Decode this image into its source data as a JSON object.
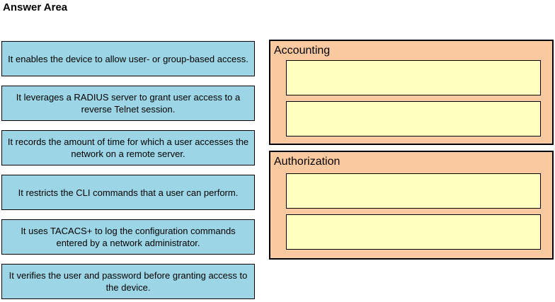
{
  "title": "Answer Area",
  "colors": {
    "option_bg": "#9CD6E6",
    "category_bg": "#FBC9A0",
    "slot_bg": "#FFFFC2",
    "border": "#000000"
  },
  "options": [
    {
      "label": "It enables the device to allow user- or group-based access."
    },
    {
      "label": "It leverages a RADIUS server to grant user access to a reverse Telnet session."
    },
    {
      "label": "It records the amount of time for which a user accesses the network on a remote server."
    },
    {
      "label": "It restricts the CLI commands that a user can perform."
    },
    {
      "label": "It uses TACACS+ to log the configuration commands entered by a network administrator."
    },
    {
      "label": "It verifies the user and password before granting access to the device."
    }
  ],
  "categories": [
    {
      "label": "Accounting",
      "slots": [
        "",
        ""
      ]
    },
    {
      "label": "Authorization",
      "slots": [
        "",
        ""
      ]
    }
  ]
}
